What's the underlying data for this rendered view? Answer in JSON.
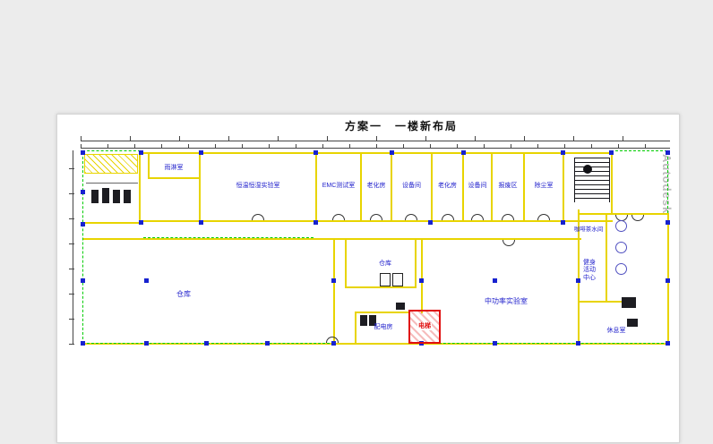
{
  "page": {
    "title": "方案一　一楼新布局",
    "watermark": "Autodesk"
  },
  "rooms": {
    "rain": "雨淋室",
    "const_lab": "恒温恒湿实验室",
    "emc": "EMC测试室",
    "aging1": "老化房",
    "equip1": "设备间",
    "aging2": "老化房",
    "equip2": "设备间",
    "scrap": "报废区",
    "dust": "除尘室",
    "wh_main": "仓库",
    "wh_small": "仓库",
    "midpower": "中功率实验室",
    "power": "配电房",
    "elevator": "电梯",
    "pantry": "咖啡茶水间",
    "fitness": "健身活动中心",
    "rest": "休息室"
  },
  "colors": {
    "wall": "#e8d400",
    "perimeter": "#00cc00",
    "column": "#1722cf",
    "label": "#2222cc",
    "elevator": "#e01010"
  }
}
